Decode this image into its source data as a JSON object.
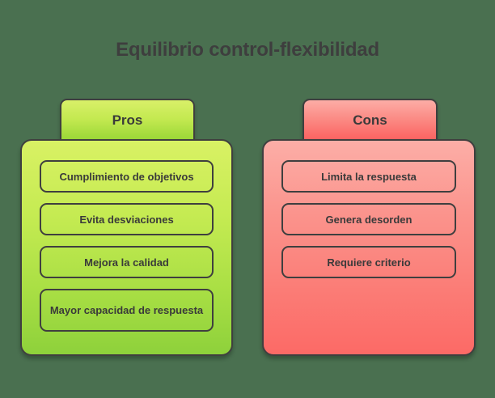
{
  "title": "Equilibrio control-flexibilidad",
  "colors": {
    "background": "#4a7050",
    "text": "#3a3a3a",
    "outline": "#3f3f3f",
    "pros_light": "#d9f164",
    "pros_dark": "#8ed13b",
    "cons_light": "#fcaea7",
    "cons_dark": "#fc6a66"
  },
  "columns": [
    {
      "id": "pros",
      "header": "Pros",
      "items": [
        "Cumplimiento de objetivos",
        "Evita desviaciones",
        "Mejora la calidad",
        "Mayor capacidad de respuesta"
      ]
    },
    {
      "id": "cons",
      "header": "Cons",
      "items": [
        "Limita la respuesta",
        "Genera desorden",
        "Requiere criterio"
      ]
    }
  ]
}
